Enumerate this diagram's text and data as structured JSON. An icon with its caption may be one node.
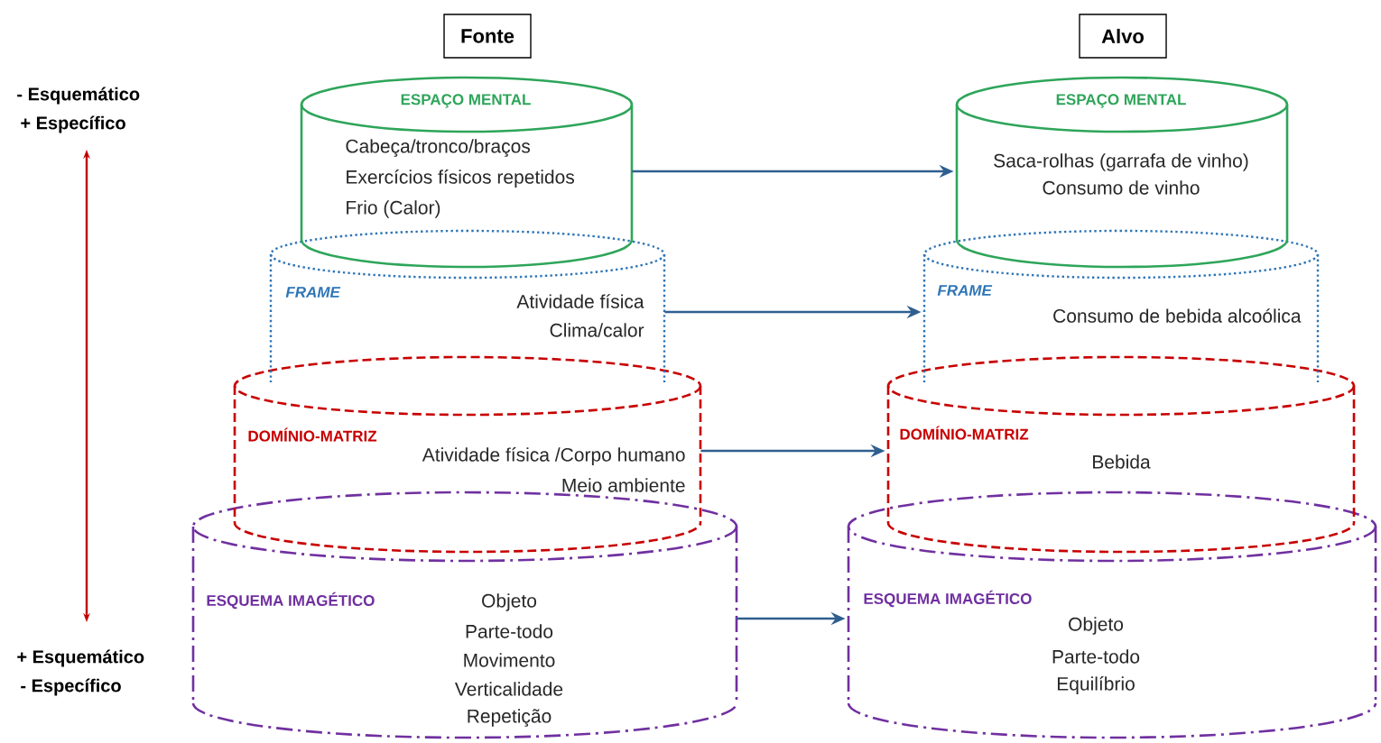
{
  "diagram": {
    "nodes": [
      {
        "text": [
          "Fonte"
        ]
      },
      {
        "text": [
          "Alvo"
        ]
      },
      {
        "text": [
          "ESPAÇO MENTAL",
          "Cabeça/tronco/braços",
          "Exercícios físicos repetidos",
          "Frio (Calor)"
        ]
      },
      {
        "text": [
          "ESPAÇO MENTAL",
          "Saca-rolhas (garrafa de vinho)",
          "Consumo de vinho"
        ]
      },
      {
        "text": [
          "FRAME",
          "Atividade física",
          "Clima/calor"
        ]
      },
      {
        "text": [
          "FRAME",
          "Consumo de bebida alcoólica"
        ]
      },
      {
        "text": [
          "DOMÍNIO-MATRIZ",
          "Atividade física /Corpo humano",
          "Meio ambiente"
        ]
      },
      {
        "text": [
          "DOMÍNIO-MATRIZ",
          "Bebida"
        ]
      },
      {
        "text": [
          "ESQUEMA IMAGÉTICO",
          "Objeto",
          "Parte-todo",
          "Movimento",
          "Verticalidade",
          "Repetição"
        ]
      },
      {
        "text": [
          "ESQUEMA IMAGÉTICO",
          "Objeto",
          "Parte-todo",
          "Equilíbrio"
        ]
      }
    ],
    "edges": [
      {
        "from": 2,
        "to": 3,
        "arrow": "to"
      },
      {
        "from": 4,
        "to": 5,
        "arrow": "to"
      },
      {
        "from": 6,
        "to": 7,
        "arrow": "to"
      },
      {
        "from": 8,
        "to": 9,
        "arrow": "to"
      }
    ],
    "labels": [
      "- Esquemático",
      "+ Específico",
      "+ Esquemático",
      "- Específico"
    ]
  }
}
